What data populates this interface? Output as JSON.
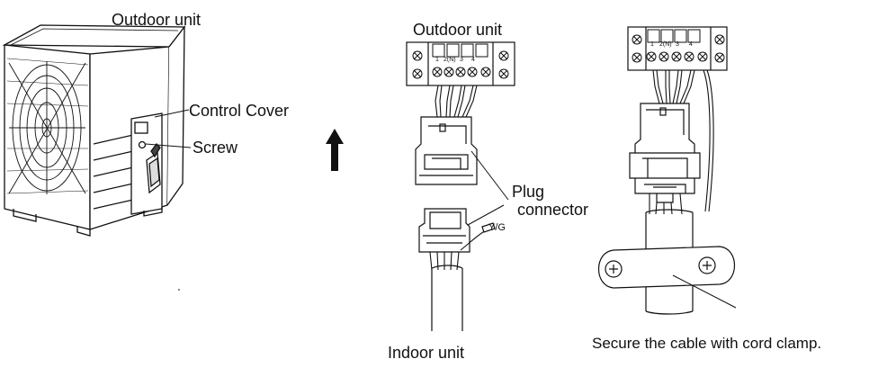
{
  "left_panel": {
    "title": "Outdoor unit",
    "callouts": {
      "control_cover": "Control Cover",
      "screw": "Screw"
    }
  },
  "middle_panel": {
    "title": "Outdoor unit",
    "terminal_numbers": [
      "1",
      "2(N)",
      "3",
      "4"
    ],
    "plug_label_line1": "Plug",
    "plug_label_line2": "connector",
    "ground_wire_label": "Y/G",
    "bottom_label": "Indoor unit"
  },
  "right_panel": {
    "terminal_numbers": [
      "1",
      "2(N)",
      "3",
      "4"
    ],
    "caption": "Secure the cable with cord clamp."
  },
  "arrow": {
    "direction": "up",
    "icon": "arrow-up-icon"
  }
}
